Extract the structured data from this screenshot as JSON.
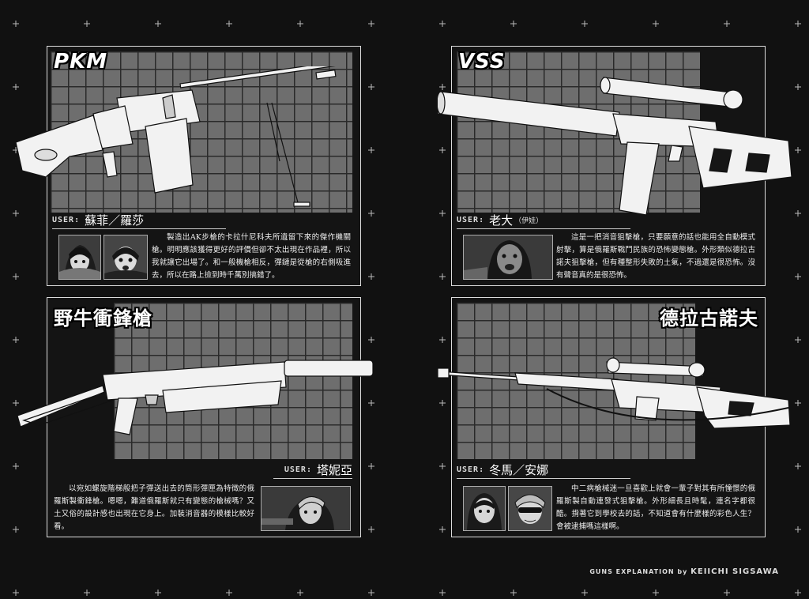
{
  "panels": {
    "pkm": {
      "title": "PKM",
      "user_label": "USER:",
      "user_name": "蘇菲／羅莎",
      "description": "製造出AK步槍的卡拉什尼科夫所遺留下來的傑作機關槍。明明應該獲得更好的評價但卻不太出現在作品裡，所以我就讓它出場了。和一般機槍相反，彈鏈是從槍的右側吸進去，所以在路上撿到時千萬別搞錯了。"
    },
    "vss": {
      "title": "VSS",
      "user_label": "USER:",
      "user_name": "老大",
      "user_note": "（伊娃）",
      "description": "這是一把消音狙擊槍，只要願意的話也能用全自動模式射擊，算是俄羅斯戰鬥民族的恐怖變態槍。外形類似德拉古諾夫狙擊槍，但有種整形失敗的土氣，不過還是很恐怖。沒有聲音真的是很恐怖。"
    },
    "bizon": {
      "title": "野牛衝鋒槍",
      "user_label": "USER:",
      "user_name": "塔妮亞",
      "description": "以宛如螺旋階梯般把子彈送出去的筒形彈匣為特徵的俄羅斯製衝鋒槍。嗯嗯，難道俄羅斯就只有變態的槍械嗎？又土又俗的設計感也出現在它身上。加裝消音器的模樣比較好看。"
    },
    "dragunov": {
      "title": "德拉古諾夫",
      "user_label": "USER:",
      "user_name": "冬馬／安娜",
      "description": "中二病槍械迷一旦喜歡上就會一輩子對其有所憧憬的俄羅斯製自動連發式狙擊槍。外形細長且時髦，連名字都很酷。揹著它到學校去的話，不知道會有什麼樣的彩色人生？會被逮捕嗎這樣啊。"
    }
  },
  "credit": {
    "prefix": "GUNS EXPLANATION by ",
    "author": "KEIICHI SIGSAWA"
  }
}
